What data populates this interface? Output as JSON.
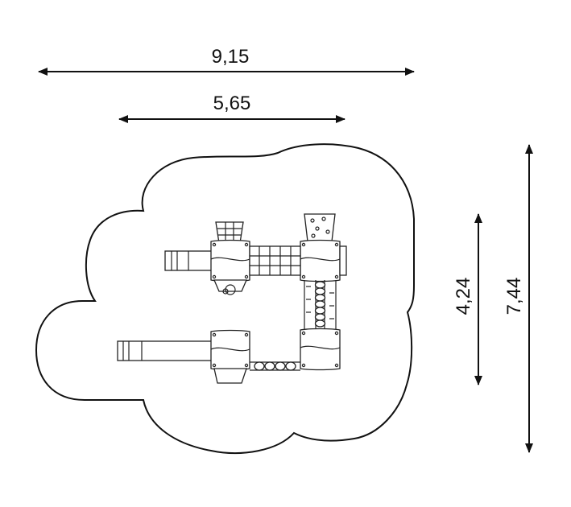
{
  "dimensions": {
    "overall_width": "9,15",
    "inner_width": "5,65",
    "inner_depth": "4,24",
    "overall_depth": "7,44"
  },
  "colors": {
    "line": "#111111",
    "background": "#ffffff"
  }
}
